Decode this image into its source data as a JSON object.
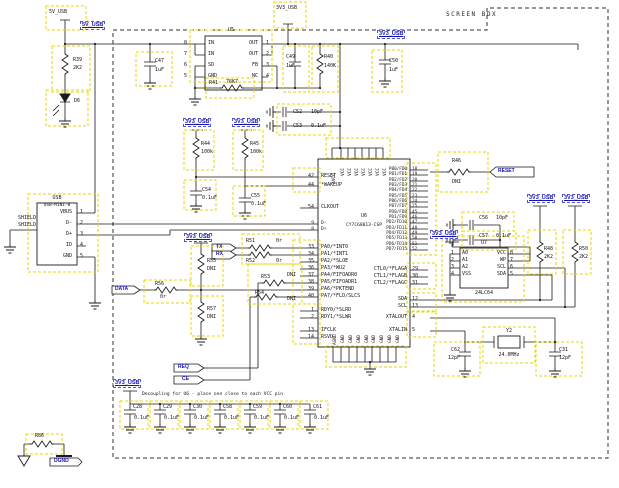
{
  "screen_box": "SCREEN BOX",
  "note": "Decoupling for U6 - place one close to each VCC pin",
  "nets": {
    "v5_flag": "5V_USB",
    "v5": "5V_USB",
    "v33_flag": "3V3_USB",
    "v33_rail": "3V3_USB",
    "v33_r44": "3V3_USB",
    "v33_r45": "3V3_USB",
    "v33_r55": "3V3_USB",
    "v33_u7": "3V3_USB",
    "v33_r48": "3V3_USB",
    "v33_r50": "3V3_USB",
    "v33_dec": "3V3_USB"
  },
  "tags": {
    "reset": "RESET",
    "tx": "TX",
    "rx": "RX",
    "data": "DATA",
    "req": "REQ",
    "ce": "CE",
    "dgnd": "DGND"
  },
  "parts": {
    "r39": "R39\n2K2",
    "d6": "D6",
    "c47": "C47\n1uF",
    "u5": {
      "ref": "U5",
      "lnums": "8\n7\n6\n5",
      "lnames": "IN\nIN\nSD\nGND",
      "rnames": "OUT\nOUT\nFB\nNC",
      "rnums": "1\n2\n3\n4"
    },
    "r41": "R41",
    "r41v": "76K7",
    "c49": "C49\n1uF",
    "r40": "R40\n140K",
    "c50": "C50\n1uF",
    "usb": {
      "ref": "USB",
      "val": "USB-MINI-B",
      "pins": "VBUS\nD-\nD+\nID\nGND",
      "nums": "1\n2\n3\n4\n5",
      "shield": "SHIELD\nSHIELD"
    },
    "r44": "R44\n100k",
    "r45": "R45\n100k",
    "c54": "C54\n0.1uF",
    "c55": "C55\n0.1uF",
    "c52": "C52",
    "c52v": "10pF",
    "c53": "C53",
    "c53v": "0.1uF",
    "r51": "R51",
    "r51v": "0r",
    "r52": "R52",
    "r52v": "0r",
    "r53": "R53",
    "r53v": "DNI",
    "r54": "R54",
    "r54v": "DNI",
    "r55": "R55\nDNI",
    "r56": "R56",
    "r56v": "0r",
    "r57": "R57\nDNI",
    "r46": "R46",
    "r46v": "DNI",
    "u6": {
      "ref": "U6",
      "part": "CY7C68013-CSP",
      "grp_rst": "RESET\n*WAKEUP",
      "grp_rst_n": "42\n44",
      "clkout": "CLKOUT",
      "clkout_n": "54",
      "grp_d": "D-\nD+",
      "grp_d_n": "9\n8",
      "grp_pa": "PA0/*INT0\nPA1/*INT1\nPA2/*SLOE\nPA3/*WU2\nPA4/FIFOADR0\nPA5/FIFOADR1\nPA6/*PKTEND\nPA7/*FLD/SLCS",
      "grp_pa_n": "33\n34\n35\n36\n37\n38\n39\n40",
      "grp_rdy": "RDY0/*SLRD\nRDY1/*SLWR",
      "grp_rdy_n": "1\n2",
      "grp_if": "IFCLK\nRSVD",
      "grp_if_n": "13\n14",
      "grp_fd": "PB0/FD0\nPB1/FD1\nPB2/FD2\nPB3/FD3\nPB4/FD4\nPB5/FD5\nPB6/FD6\nPB7/FD7\nPD0/FD8\nPD1/FD9\nPD2/FD10\nPD3/FD11\nPD4/FD12\nPD5/FD13\nPD6/FD14\nPD7/FD15",
      "grp_fd_n": "18\n19\n20\n21\n22\n23\n24\n25\n45\n46\n47\n48\n49\n50\n51\n52",
      "grp_ctl": "CTL0/*FLAGA\nCTL1/*FLAGB\nCTL2/*FLAGC",
      "grp_ctl_n": "29\n30\n31",
      "grp_i2c": "SDA\nSCL",
      "grp_i2c_n": "12\n13",
      "xtalout": "XTALOUT",
      "xtalout_n": "4",
      "xtalin": "XTALIN",
      "xtalin_n": "5",
      "avcc": "AVCC",
      "vcc": "VCC",
      "agnd": "AGND",
      "gnd": "GND"
    },
    "u7": {
      "ref": "U7",
      "part": "24LC64",
      "lnames": "A0\nA1\nA2\nVSS",
      "lnums": "1\n2\n3\n4",
      "rnames": "VCC\nWP\nSCL\nSDA",
      "rnums": "8\n7\n6\n5"
    },
    "r48": "R48\n2K2",
    "r50": "R50\n2K2",
    "c56": "C56",
    "c56v": "10pF",
    "c57": "C57",
    "c57v": "0.1uF",
    "y2": "Y2",
    "y2v": "24.0MHz",
    "c62": "C62\n12pF",
    "c31": "C31\n12pF",
    "dec": [
      "C28",
      "C29",
      "C30",
      "C58",
      "C59",
      "C60",
      "C61"
    ],
    "decv": "0.1uF",
    "r86": "R86"
  }
}
